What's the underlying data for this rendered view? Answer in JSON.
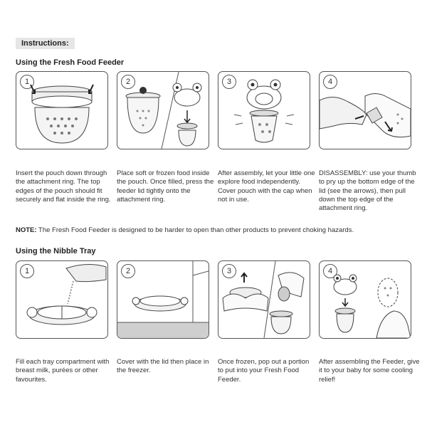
{
  "header": {
    "instructions_label": "Instructions:"
  },
  "section1": {
    "title": "Using the Fresh Food Feeder",
    "steps": [
      {
        "number": "1",
        "caption": "Insert the pouch down through the attachment ring. The top edges of the pouch should fit securely and flat inside the ring."
      },
      {
        "number": "2",
        "caption": "Place soft or frozen food inside the pouch. Once filled, press the feeder lid tightly onto the attachment ring."
      },
      {
        "number": "3",
        "caption": "After assembly, let your little one explore food independently. Cover pouch with the cap when not in use."
      },
      {
        "number": "4",
        "caption_strong": "DISASSEMBLY:",
        "caption": " use your thumb to pry up the bottom edge of the lid (see the arrows), then pull down the top edge of the attachment ring."
      }
    ]
  },
  "note": {
    "label": "NOTE:",
    "text": " The Fresh Food Feeder is designed to be harder to open than other products to prevent choking hazards."
  },
  "section2": {
    "title": "Using the Nibble Tray",
    "steps": [
      {
        "number": "1",
        "caption": "Fill each tray compartment with breast milk, purées or other favourites."
      },
      {
        "number": "2",
        "caption": "Cover with the lid then place in the freezer."
      },
      {
        "number": "3",
        "caption": "Once frozen, pop out a portion to put into your Fresh Food Feeder."
      },
      {
        "number": "4",
        "caption": "After assembling the Feeder, give it to your baby for some cooling relief!"
      }
    ]
  }
}
